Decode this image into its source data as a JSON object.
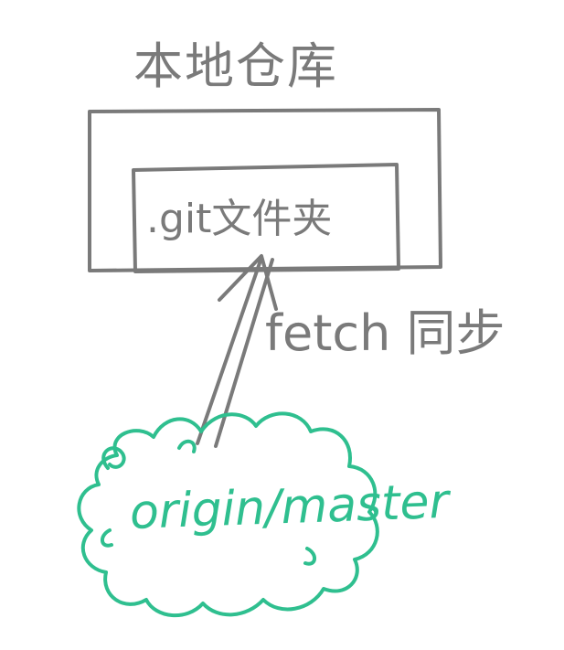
{
  "diagram": {
    "title": "本地仓库",
    "git_folder_label": ".git文件夹",
    "fetch_label": "fetch 同步",
    "remote_label": "origin/master",
    "colors": {
      "ink_gray": "#7a7a7a",
      "ink_green": "#2fbf8f",
      "background": "#ffffff"
    }
  }
}
